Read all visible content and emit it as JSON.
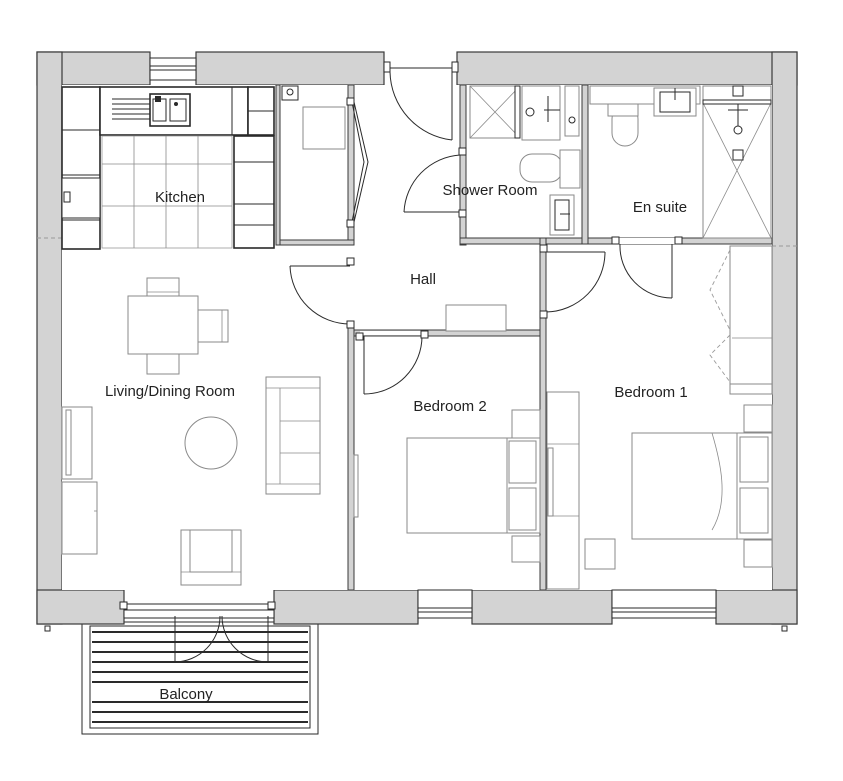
{
  "rooms": {
    "kitchen": "Kitchen",
    "shower_room": "Shower Room",
    "en_suite": "En suite",
    "hall": "Hall",
    "living_dining": "Living/Dining Room",
    "bedroom_2": "Bedroom 2",
    "bedroom_1": "Bedroom 1",
    "balcony": "Balcony"
  },
  "colors": {
    "wall_fill": "#d3d3d3",
    "wall_stroke": "#3a3a3a",
    "furniture_stroke": "#8a8a8a",
    "label_text": "#222222"
  }
}
